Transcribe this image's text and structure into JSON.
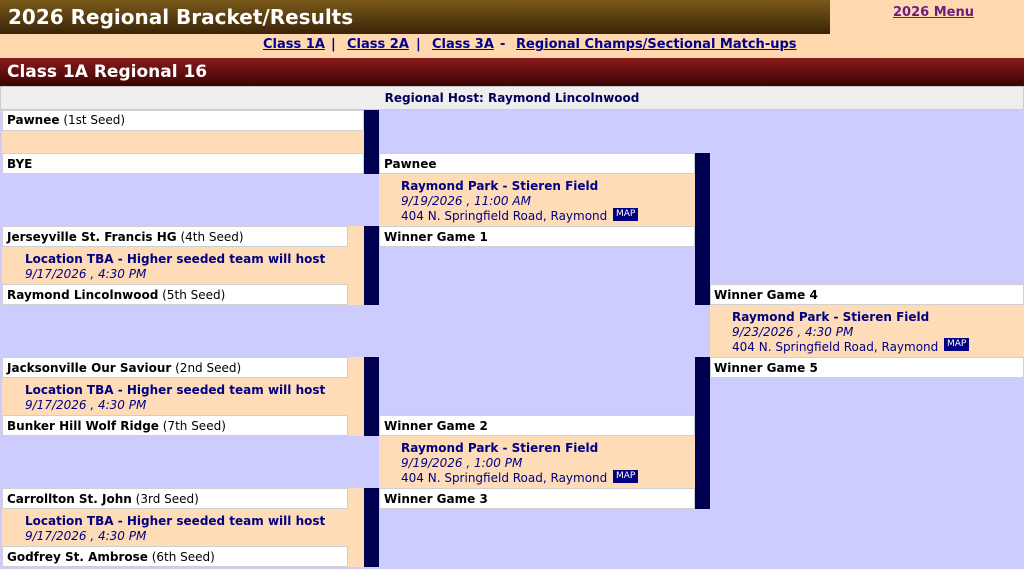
{
  "header": {
    "title": "2026 Regional Bracket/Results",
    "menu_link": "2026 Menu"
  },
  "class_links": [
    "Class 1A",
    "Class 2A",
    "Class 3A",
    "Regional Champs/Sectional Match-ups"
  ],
  "separators": [
    "|",
    "|",
    "-"
  ],
  "regional": {
    "title": "Class 1A Regional 16",
    "host": "Regional Host: Raymond Lincolnwood"
  },
  "round1": [
    {
      "team": "Pawnee",
      "seed": "(1st Seed)"
    },
    {
      "team": "BYE",
      "seed": ""
    },
    {
      "team": "Jerseyville St. Francis HG",
      "seed": "(4th Seed)"
    },
    {
      "team": "Raymond Lincolnwood",
      "seed": "(5th Seed)"
    },
    {
      "team": "Jacksonville Our Saviour",
      "seed": "(2nd Seed)"
    },
    {
      "team": "Bunker Hill Wolf Ridge",
      "seed": "(7th Seed)"
    },
    {
      "team": "Carrollton St. John",
      "seed": "(3rd Seed)"
    },
    {
      "team": "Godfrey St. Ambrose",
      "seed": "(6th Seed)"
    }
  ],
  "round1_games": [
    {
      "location": "Location TBA - Higher seeded team will host",
      "datetime": "9/17/2026 , 4:30 PM"
    },
    {
      "location": "Location TBA - Higher seeded team will host",
      "datetime": "9/17/2026 , 4:30 PM"
    },
    {
      "location": "Location TBA - Higher seeded team will host",
      "datetime": "9/17/2026 , 4:30 PM"
    }
  ],
  "round2": [
    "Pawnee",
    "Winner Game 1",
    "Winner Game 2",
    "Winner Game 3"
  ],
  "round2_games": [
    {
      "location": "Raymond Park - Stieren Field",
      "datetime": "9/19/2026 , 11:00 AM",
      "address": "404 N. Springfield Road, Raymond",
      "map": "MAP"
    },
    {
      "location": "Raymond Park - Stieren Field",
      "datetime": "9/19/2026 , 1:00 PM",
      "address": "404 N. Springfield Road, Raymond",
      "map": "MAP"
    }
  ],
  "round3": [
    "Winner Game 4",
    "Winner Game 5"
  ],
  "final_game": {
    "location": "Raymond Park - Stieren Field",
    "datetime": "9/23/2026 , 4:30 PM",
    "address": "404 N. Springfield Road, Raymond",
    "map": "MAP"
  }
}
